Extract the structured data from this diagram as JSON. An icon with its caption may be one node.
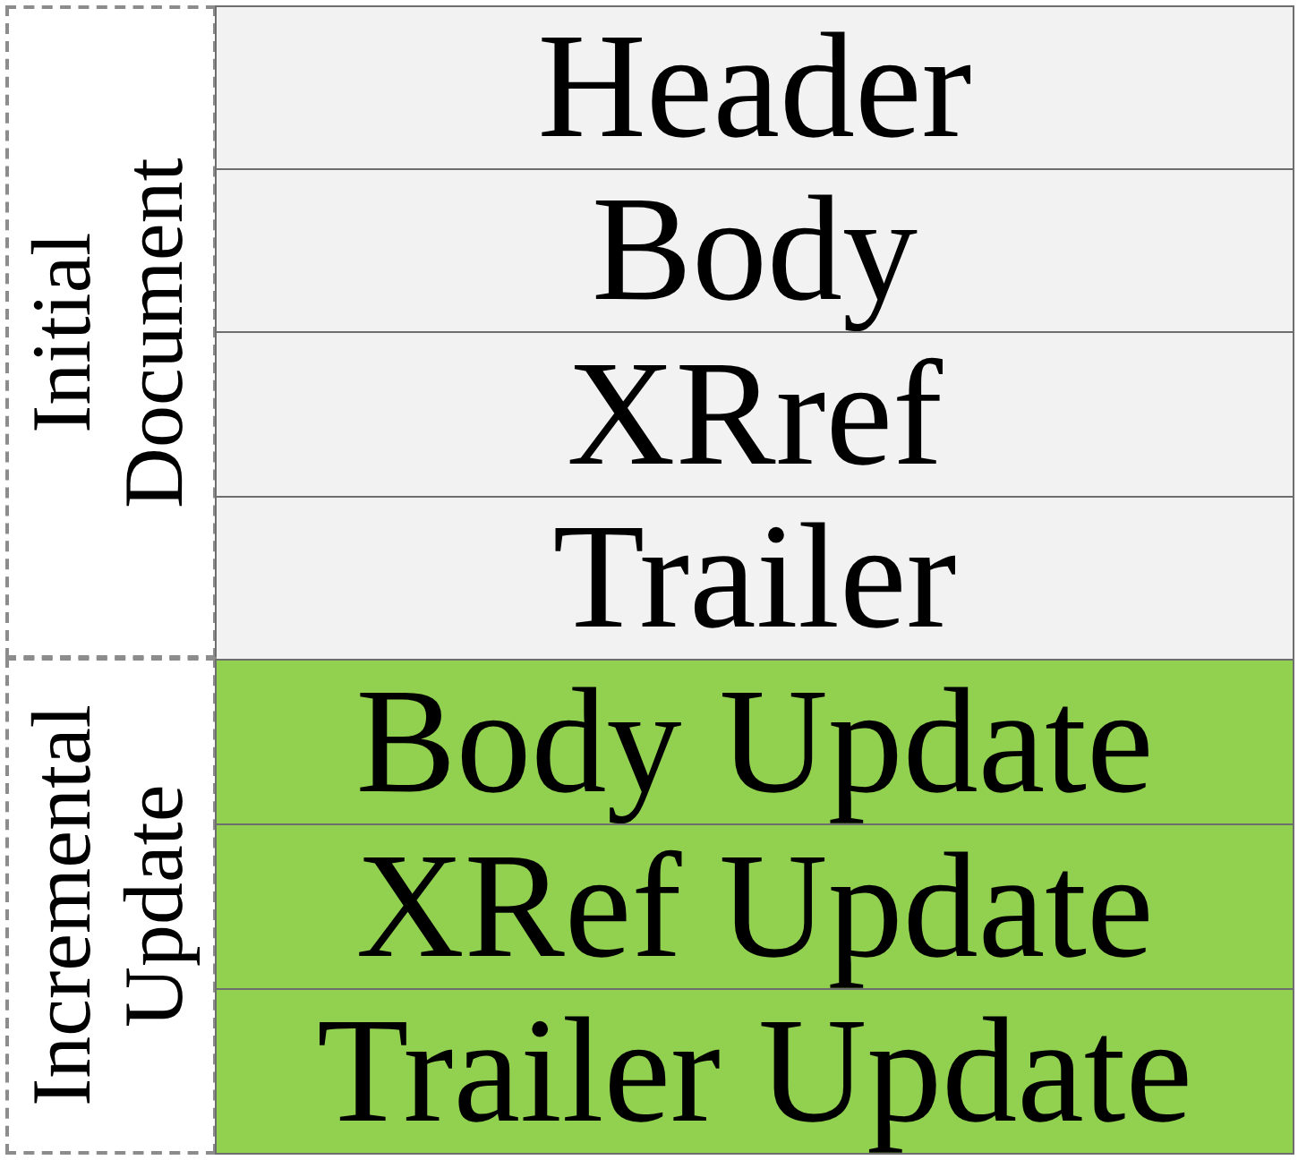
{
  "diagram": {
    "nodes": [
      {
        "text": [
          "Initial Document"
        ]
      },
      {
        "text": [
          "Header"
        ]
      },
      {
        "text": [
          "Body"
        ]
      },
      {
        "text": [
          "XRref"
        ]
      },
      {
        "text": [
          "Trailer"
        ]
      },
      {
        "text": [
          "Incremental Update"
        ]
      },
      {
        "text": [
          "Body Update"
        ]
      },
      {
        "text": [
          "XRef Update"
        ]
      },
      {
        "text": [
          "Trailer Update"
        ]
      }
    ]
  }
}
